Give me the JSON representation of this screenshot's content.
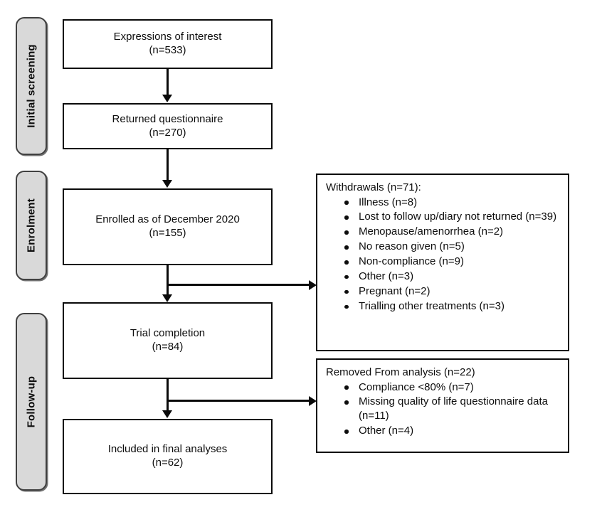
{
  "diagram": {
    "type": "consort-participant-flow",
    "colors": {
      "pill_fill": "#d9d9d9",
      "pill_border": "#404040",
      "box_border": "#0a0a0a",
      "box_fill": "#ffffff",
      "text": "#0d0d0d"
    }
  },
  "stages": [
    {
      "label": "Initial screening"
    },
    {
      "label": "Enrolment"
    },
    {
      "label": "Follow-up"
    }
  ],
  "flow_boxes": [
    {
      "title": "Expressions of interest",
      "count": "(n=533)"
    },
    {
      "title": "Returned questionnaire",
      "count": "(n=270)"
    },
    {
      "title": "Enrolled as of December 2020",
      "count": "(n=155)"
    },
    {
      "title": "Trial completion",
      "count": "(n=84)"
    },
    {
      "title": "Included in final analyses",
      "count": "(n=62)"
    }
  ],
  "exclusion_boxes": [
    {
      "title": "Withdrawals (n=71):",
      "items": [
        "Illness (n=8)",
        "Lost to follow up/diary not returned (n=39)",
        "Menopause/amenorrhea (n=2)",
        "No reason given (n=5)",
        "Non-compliance (n=9)",
        "Other (n=3)",
        "Pregnant (n=2)",
        "Trialling other treatments (n=3)"
      ]
    },
    {
      "title": "Removed From analysis (n=22)",
      "items": [
        "Compliance <80% (n=7)",
        "Missing quality of life questionnaire data (n=11)",
        "Other (n=4)"
      ]
    }
  ]
}
